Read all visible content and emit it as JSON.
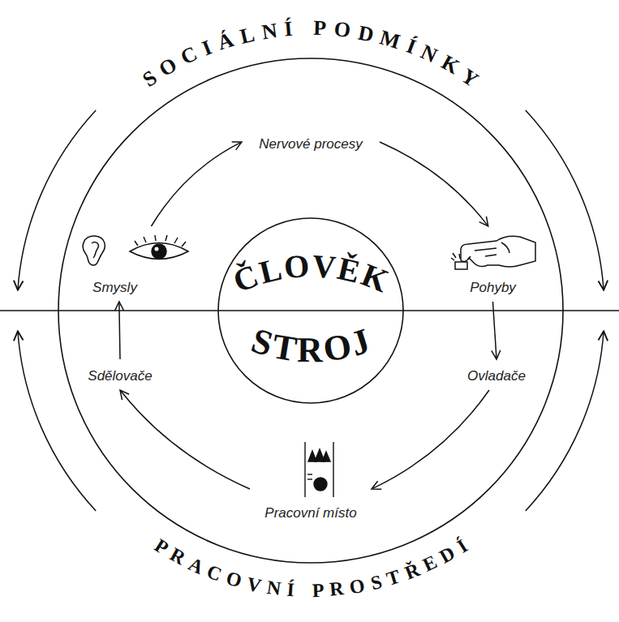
{
  "diagram": {
    "nodes": [
      {
        "text": [
          "SOCIÁLNÍ PODMÍNKY",
          "PRACOVNÍ PROSTŘEDÍ"
        ]
      },
      {
        "text": [
          "ČLOVĚK",
          "STROJ"
        ],
        "in": 0
      },
      {
        "text": [
          "Smysly"
        ],
        "in": 0
      },
      {
        "text": [
          "Nervové procesy"
        ],
        "in": 0
      },
      {
        "text": [
          "Pohyby"
        ],
        "in": 0
      },
      {
        "text": [
          "Ovladače"
        ],
        "in": 0
      },
      {
        "text": [
          "Pracovní místo"
        ],
        "in": 0
      },
      {
        "text": [
          "Sdělovače"
        ],
        "in": 0
      }
    ],
    "edges": [
      {
        "from": 2,
        "to": 3,
        "arrow": "to"
      },
      {
        "from": 3,
        "to": 4,
        "arrow": "to"
      },
      {
        "from": 4,
        "to": 5,
        "arrow": "to"
      },
      {
        "from": 5,
        "to": 6,
        "arrow": "to"
      },
      {
        "from": 6,
        "to": 7,
        "arrow": "to"
      },
      {
        "from": 7,
        "to": 2,
        "arrow": "to"
      }
    ]
  }
}
